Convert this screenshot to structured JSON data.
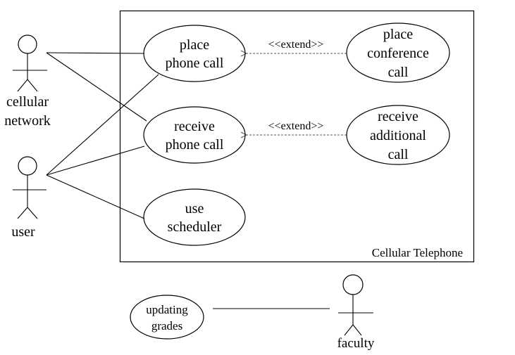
{
  "system": {
    "label": "Cellular Telephone"
  },
  "actors": {
    "cellular_network": {
      "line1": "cellular",
      "line2": "network"
    },
    "user": {
      "label": "user"
    },
    "faculty": {
      "label": "faculty"
    }
  },
  "use_cases": {
    "place_phone_call": {
      "line1": "place",
      "line2": "phone call"
    },
    "receive_phone_call": {
      "line1": "receive",
      "line2": "phone call"
    },
    "use_scheduler": {
      "line1": "use",
      "line2": "scheduler"
    },
    "place_conference_call": {
      "line1": "place",
      "line2": "conference",
      "line3": "call"
    },
    "receive_additional_call": {
      "line1": "receive",
      "line2": "additional",
      "line3": "call"
    },
    "updating_grades": {
      "line1": "updating",
      "line2": "grades"
    }
  },
  "relations": {
    "extend_label_1": "<<extend>>",
    "extend_label_2": "<<extend>>"
  },
  "colors": {
    "stroke": "#000000",
    "dashed_stroke": "#555555",
    "background": "#ffffff"
  }
}
